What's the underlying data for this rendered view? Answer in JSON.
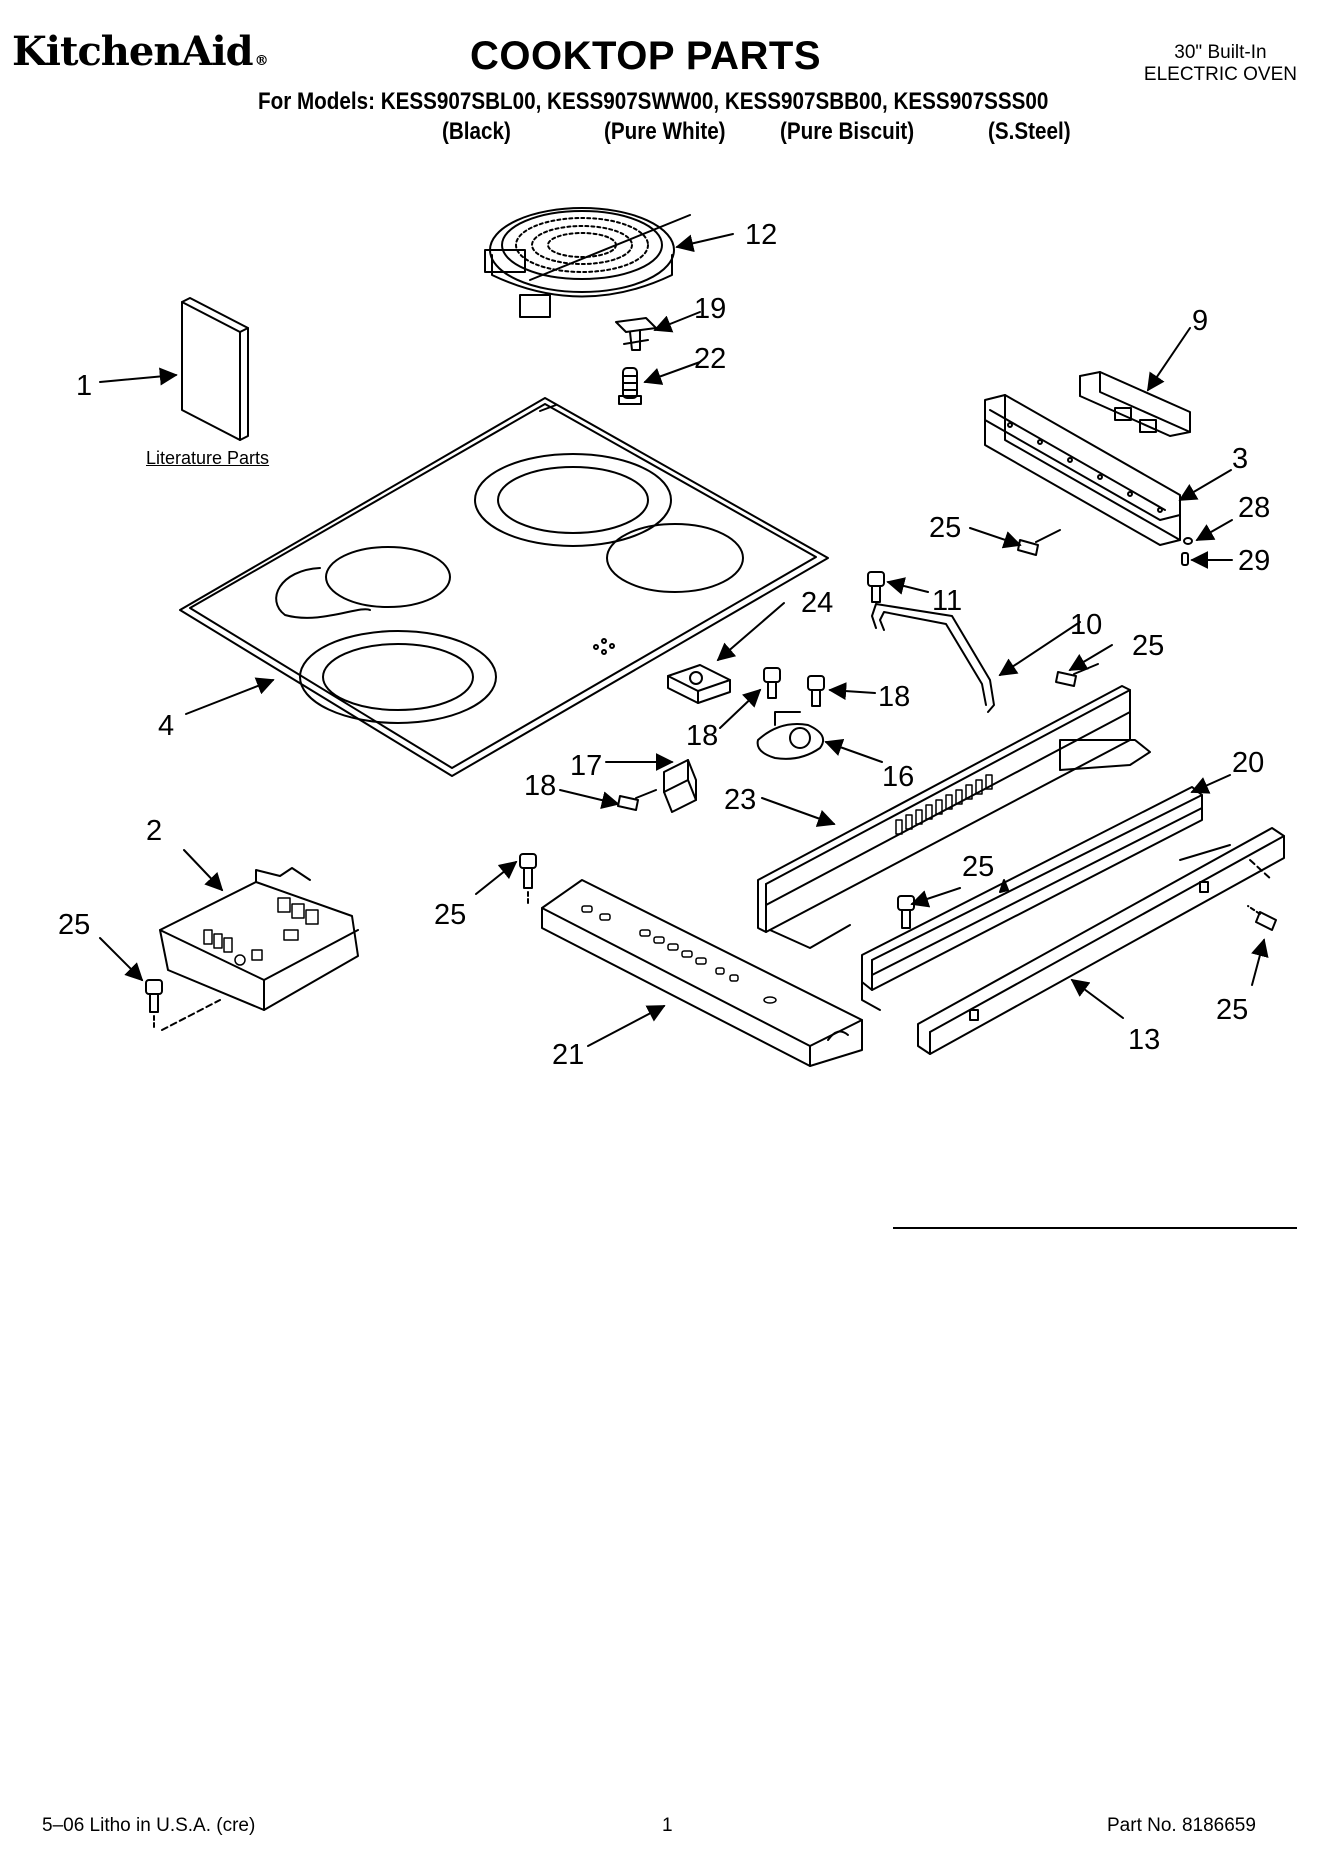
{
  "header": {
    "brand": "KitchenAid",
    "brand_mark": "®",
    "title": "COOKTOP PARTS",
    "product_line1": "30\" Built-In",
    "product_line2": "ELECTRIC OVEN",
    "models_line": "For Models: KESS907SBL00, KESS907SWW00, KESS907SBB00, KESS907SSS00",
    "colors": [
      "(Black)",
      "(Pure White)",
      "(Pure Biscuit)",
      "(S.Steel)"
    ]
  },
  "literature_label": "Literature Parts",
  "callouts": {
    "c1": "1",
    "c2": "2",
    "c3": "3",
    "c4": "4",
    "c9": "9",
    "c10": "10",
    "c11": "11",
    "c12": "12",
    "c13": "13",
    "c16": "16",
    "c17": "17",
    "c18a": "18",
    "c18b": "18",
    "c18c": "18",
    "c19": "19",
    "c20": "20",
    "c21": "21",
    "c22": "22",
    "c23": "23",
    "c24": "24",
    "c25a": "25",
    "c25b": "25",
    "c25c": "25",
    "c25d": "25",
    "c25e": "25",
    "c25f": "25",
    "c28": "28",
    "c29": "29"
  },
  "footer": {
    "litho": "5–06 Litho in U.S.A. (cre)",
    "page": "1",
    "part_no": "Part No. 8186659"
  }
}
